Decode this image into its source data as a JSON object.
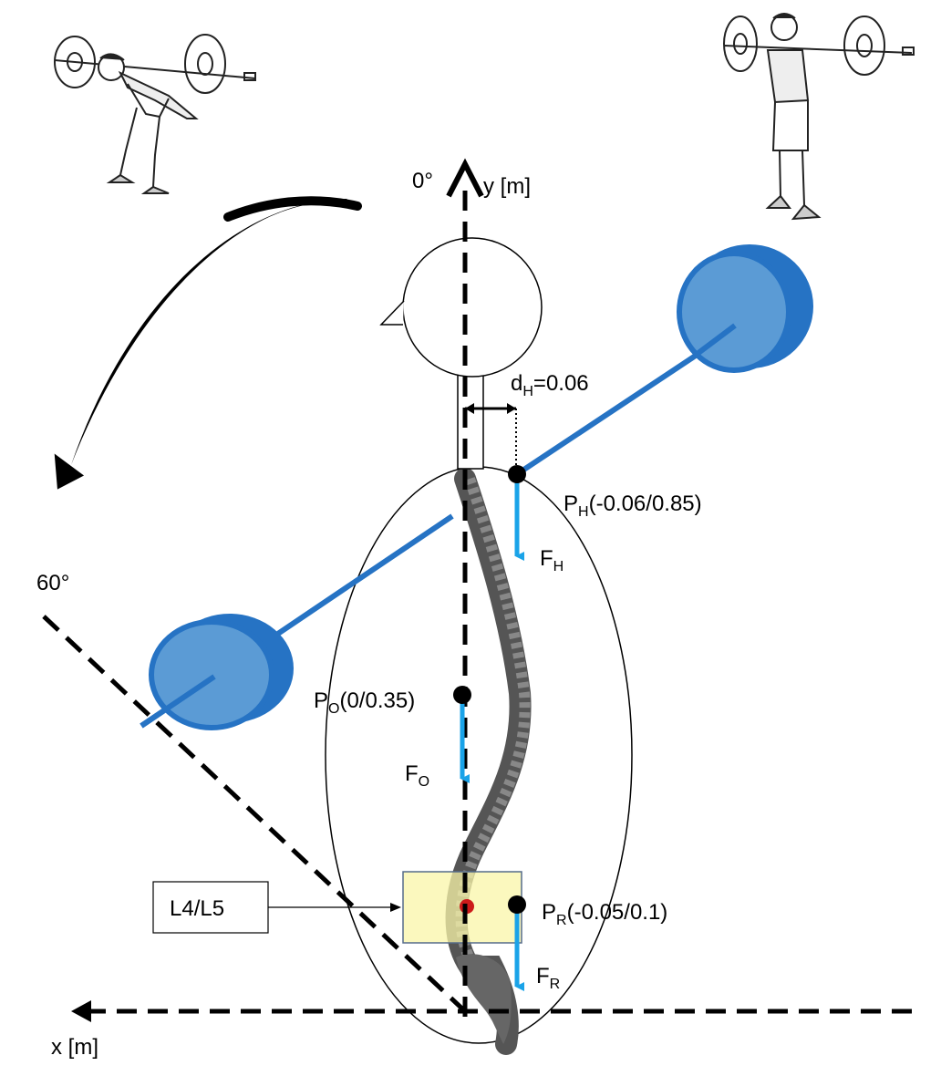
{
  "angles": {
    "upright": "0°",
    "flexed": "60°"
  },
  "axes": {
    "y_label": "y [m]",
    "x_label": "x [m]"
  },
  "distance": {
    "symbol": "d",
    "subscript": "H",
    "value": "=0.06"
  },
  "points": {
    "head": {
      "symbol": "P",
      "subscript": "H",
      "coords": "(-0.06/0.85)"
    },
    "upper_body": {
      "symbol": "P",
      "subscript": "O",
      "coords": "(0/0.35)"
    },
    "trunk": {
      "symbol": "P",
      "subscript": "R",
      "coords": "(-0.05/0.1)"
    }
  },
  "forces": {
    "head": {
      "symbol": "F",
      "subscript": "H"
    },
    "upper_body": {
      "symbol": "F",
      "subscript": "O"
    },
    "trunk": {
      "symbol": "F",
      "subscript": "R"
    }
  },
  "callout": {
    "label": "L4/L5"
  },
  "colors": {
    "force_arrow": "#1aa3e8",
    "barbell": "#2673c4",
    "plate_fill": "#5b9bd5",
    "segment_highlight": "#faf5a8",
    "disc_marker": "#cc1a1a"
  }
}
